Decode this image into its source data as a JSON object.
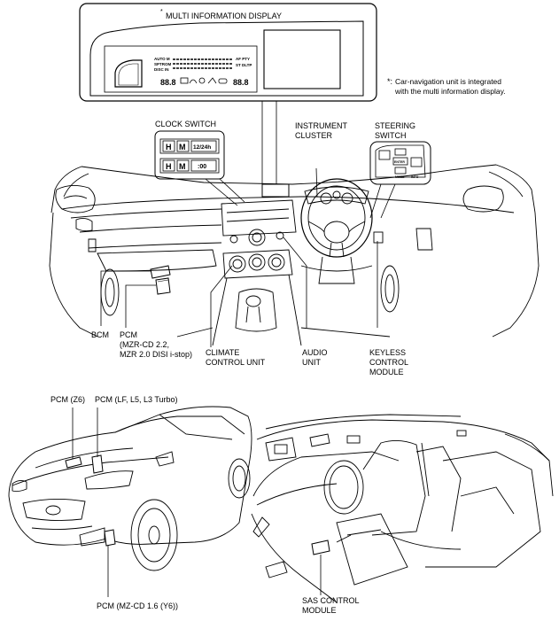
{
  "mid": {
    "title_mark": "*",
    "title": "MULTI INFORMATION DISPLAY",
    "lcd_left_texts": [
      "AUTO M",
      "SPTROM",
      "DISC IN"
    ],
    "lcd_right_texts": [
      "AF PTY",
      "ST DLTP"
    ],
    "lcd_value_left": "88.8",
    "lcd_value_right": "88.8"
  },
  "note": {
    "mark": "*:",
    "text": "Car-navigation unit is integrated\nwith the multi information display."
  },
  "clock_switch": {
    "title": "CLOCK SWITCH",
    "row1": [
      "H",
      "M",
      "12/24h"
    ],
    "row2": [
      "H",
      "M",
      ":00"
    ]
  },
  "labels": {
    "instrument_cluster": "INSTRUMENT\nCLUSTER",
    "steering_switch": "STEERING\nSWITCH",
    "bcm": "BCM",
    "pcm_mzr": "PCM\n(MZR-CD 2.2,\nMZR 2.0 DISI i-stop)",
    "climate": "CLIMATE\nCONTROL UNIT",
    "audio": "AUDIO\nUNIT",
    "keyless": "KEYLESS\nCONTROL\nMODULE",
    "pcm_z6": "PCM (Z6)",
    "pcm_lf": "PCM (LF, L5, L3 Turbo)",
    "pcm_y6": "PCM (MZ-CD 1.6 (Y6))",
    "sas": "SAS CONTROL\nMODULE"
  },
  "steering_switch_texts": [
    "ENTER",
    "MODE",
    "INFO"
  ]
}
